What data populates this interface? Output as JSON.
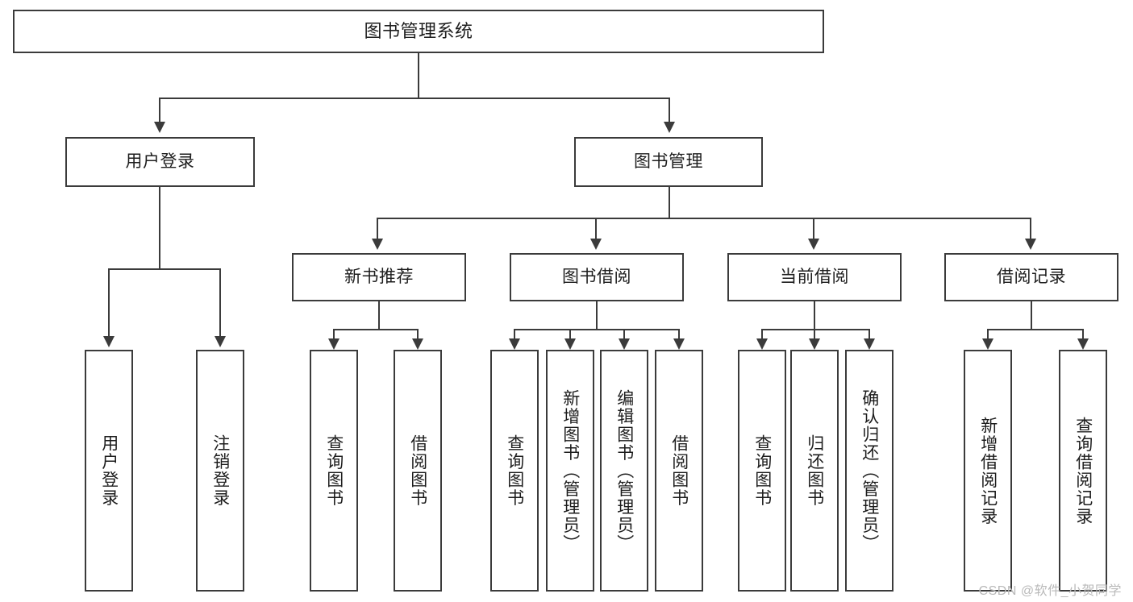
{
  "diagram": {
    "type": "tree",
    "title": "图书管理系统",
    "orientation": "top-down",
    "colors": {
      "stroke": "#3b3b3b",
      "box_fill": "#ffffff",
      "text": "#1d1d1d",
      "watermark": "#b9b9b9",
      "background": "#ffffff"
    },
    "root": {
      "label": "图书管理系统"
    },
    "level2": [
      {
        "label": "用户登录"
      },
      {
        "label": "图书管理"
      }
    ],
    "level3": [
      {
        "label": "新书推荐"
      },
      {
        "label": "图书借阅"
      },
      {
        "label": "当前借阅"
      },
      {
        "label": "借阅记录"
      }
    ],
    "leaves": {
      "user_login": [
        {
          "label": "用户登录"
        },
        {
          "label": "注销登录"
        }
      ],
      "new_book_recommend": [
        {
          "label": "查询图书"
        },
        {
          "label": "借阅图书"
        }
      ],
      "book_borrow": [
        {
          "label": "查询图书"
        },
        {
          "label": "新增图书（管理员）"
        },
        {
          "label": "编辑图书（管理员）"
        },
        {
          "label": "借阅图书"
        }
      ],
      "current_borrow": [
        {
          "label": "查询图书"
        },
        {
          "label": "归还图书"
        },
        {
          "label": "确认归还（管理员）"
        }
      ],
      "borrow_record": [
        {
          "label": "新增借阅记录"
        },
        {
          "label": "查询借阅记录"
        }
      ]
    }
  },
  "watermark": {
    "text": "CSDN @软件_小贺同学"
  }
}
